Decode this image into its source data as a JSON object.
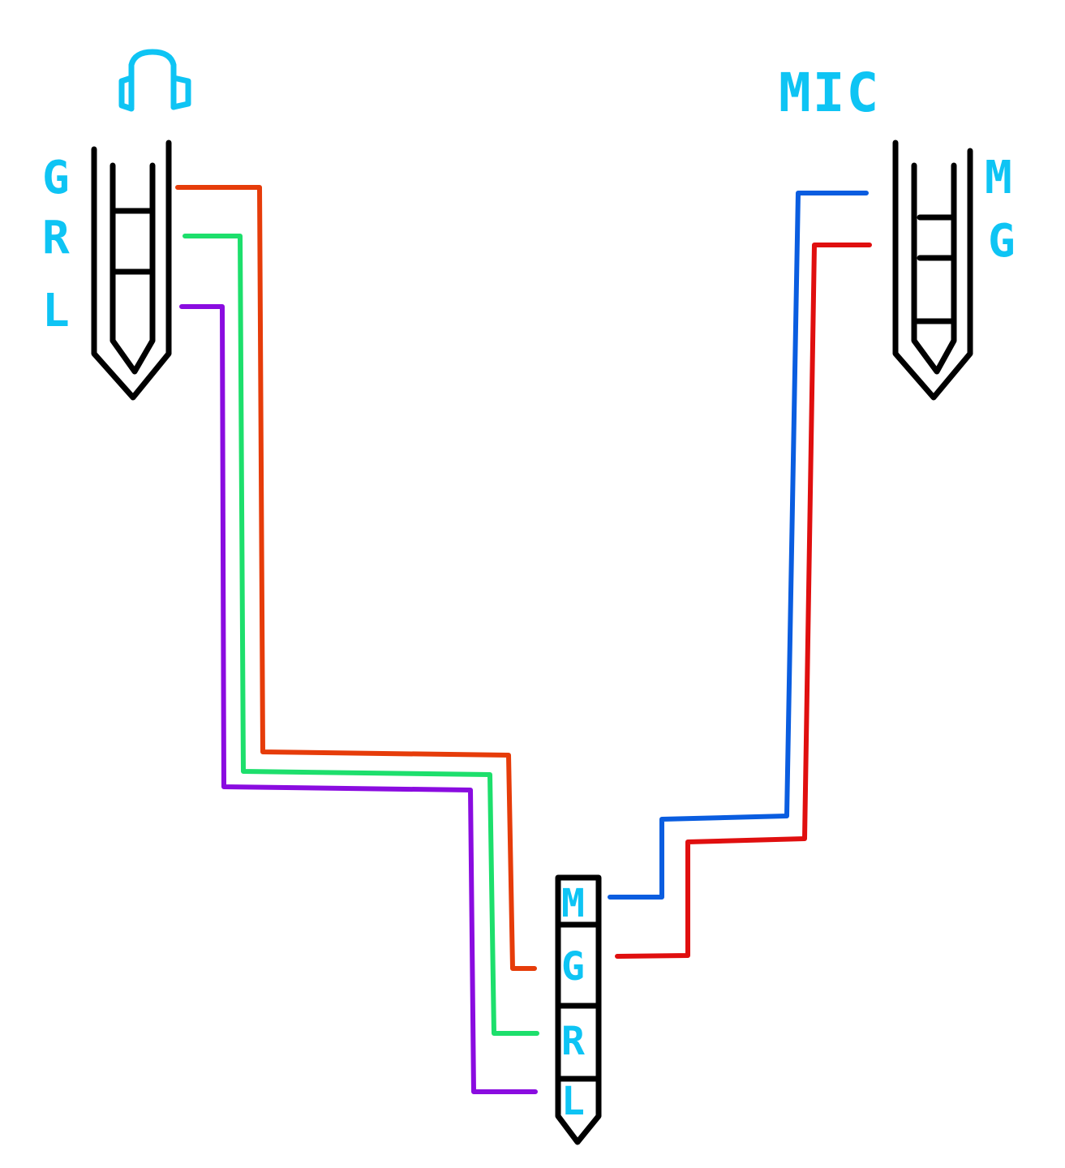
{
  "headphone": {
    "icon": "headphones-icon",
    "pins": [
      "G",
      "R",
      "L"
    ]
  },
  "mic": {
    "title": "MIC",
    "pins": [
      "M",
      "G"
    ]
  },
  "combined": {
    "pins": [
      "M",
      "G",
      "R",
      "L"
    ]
  },
  "colors": {
    "label": "#0ec4f4",
    "outline": "#000000",
    "ground_headphone": "#e63c0a",
    "right": "#1ddf6c",
    "left": "#8a0ce0",
    "mic": "#0a5de0",
    "ground_mic": "#e00f0f"
  }
}
